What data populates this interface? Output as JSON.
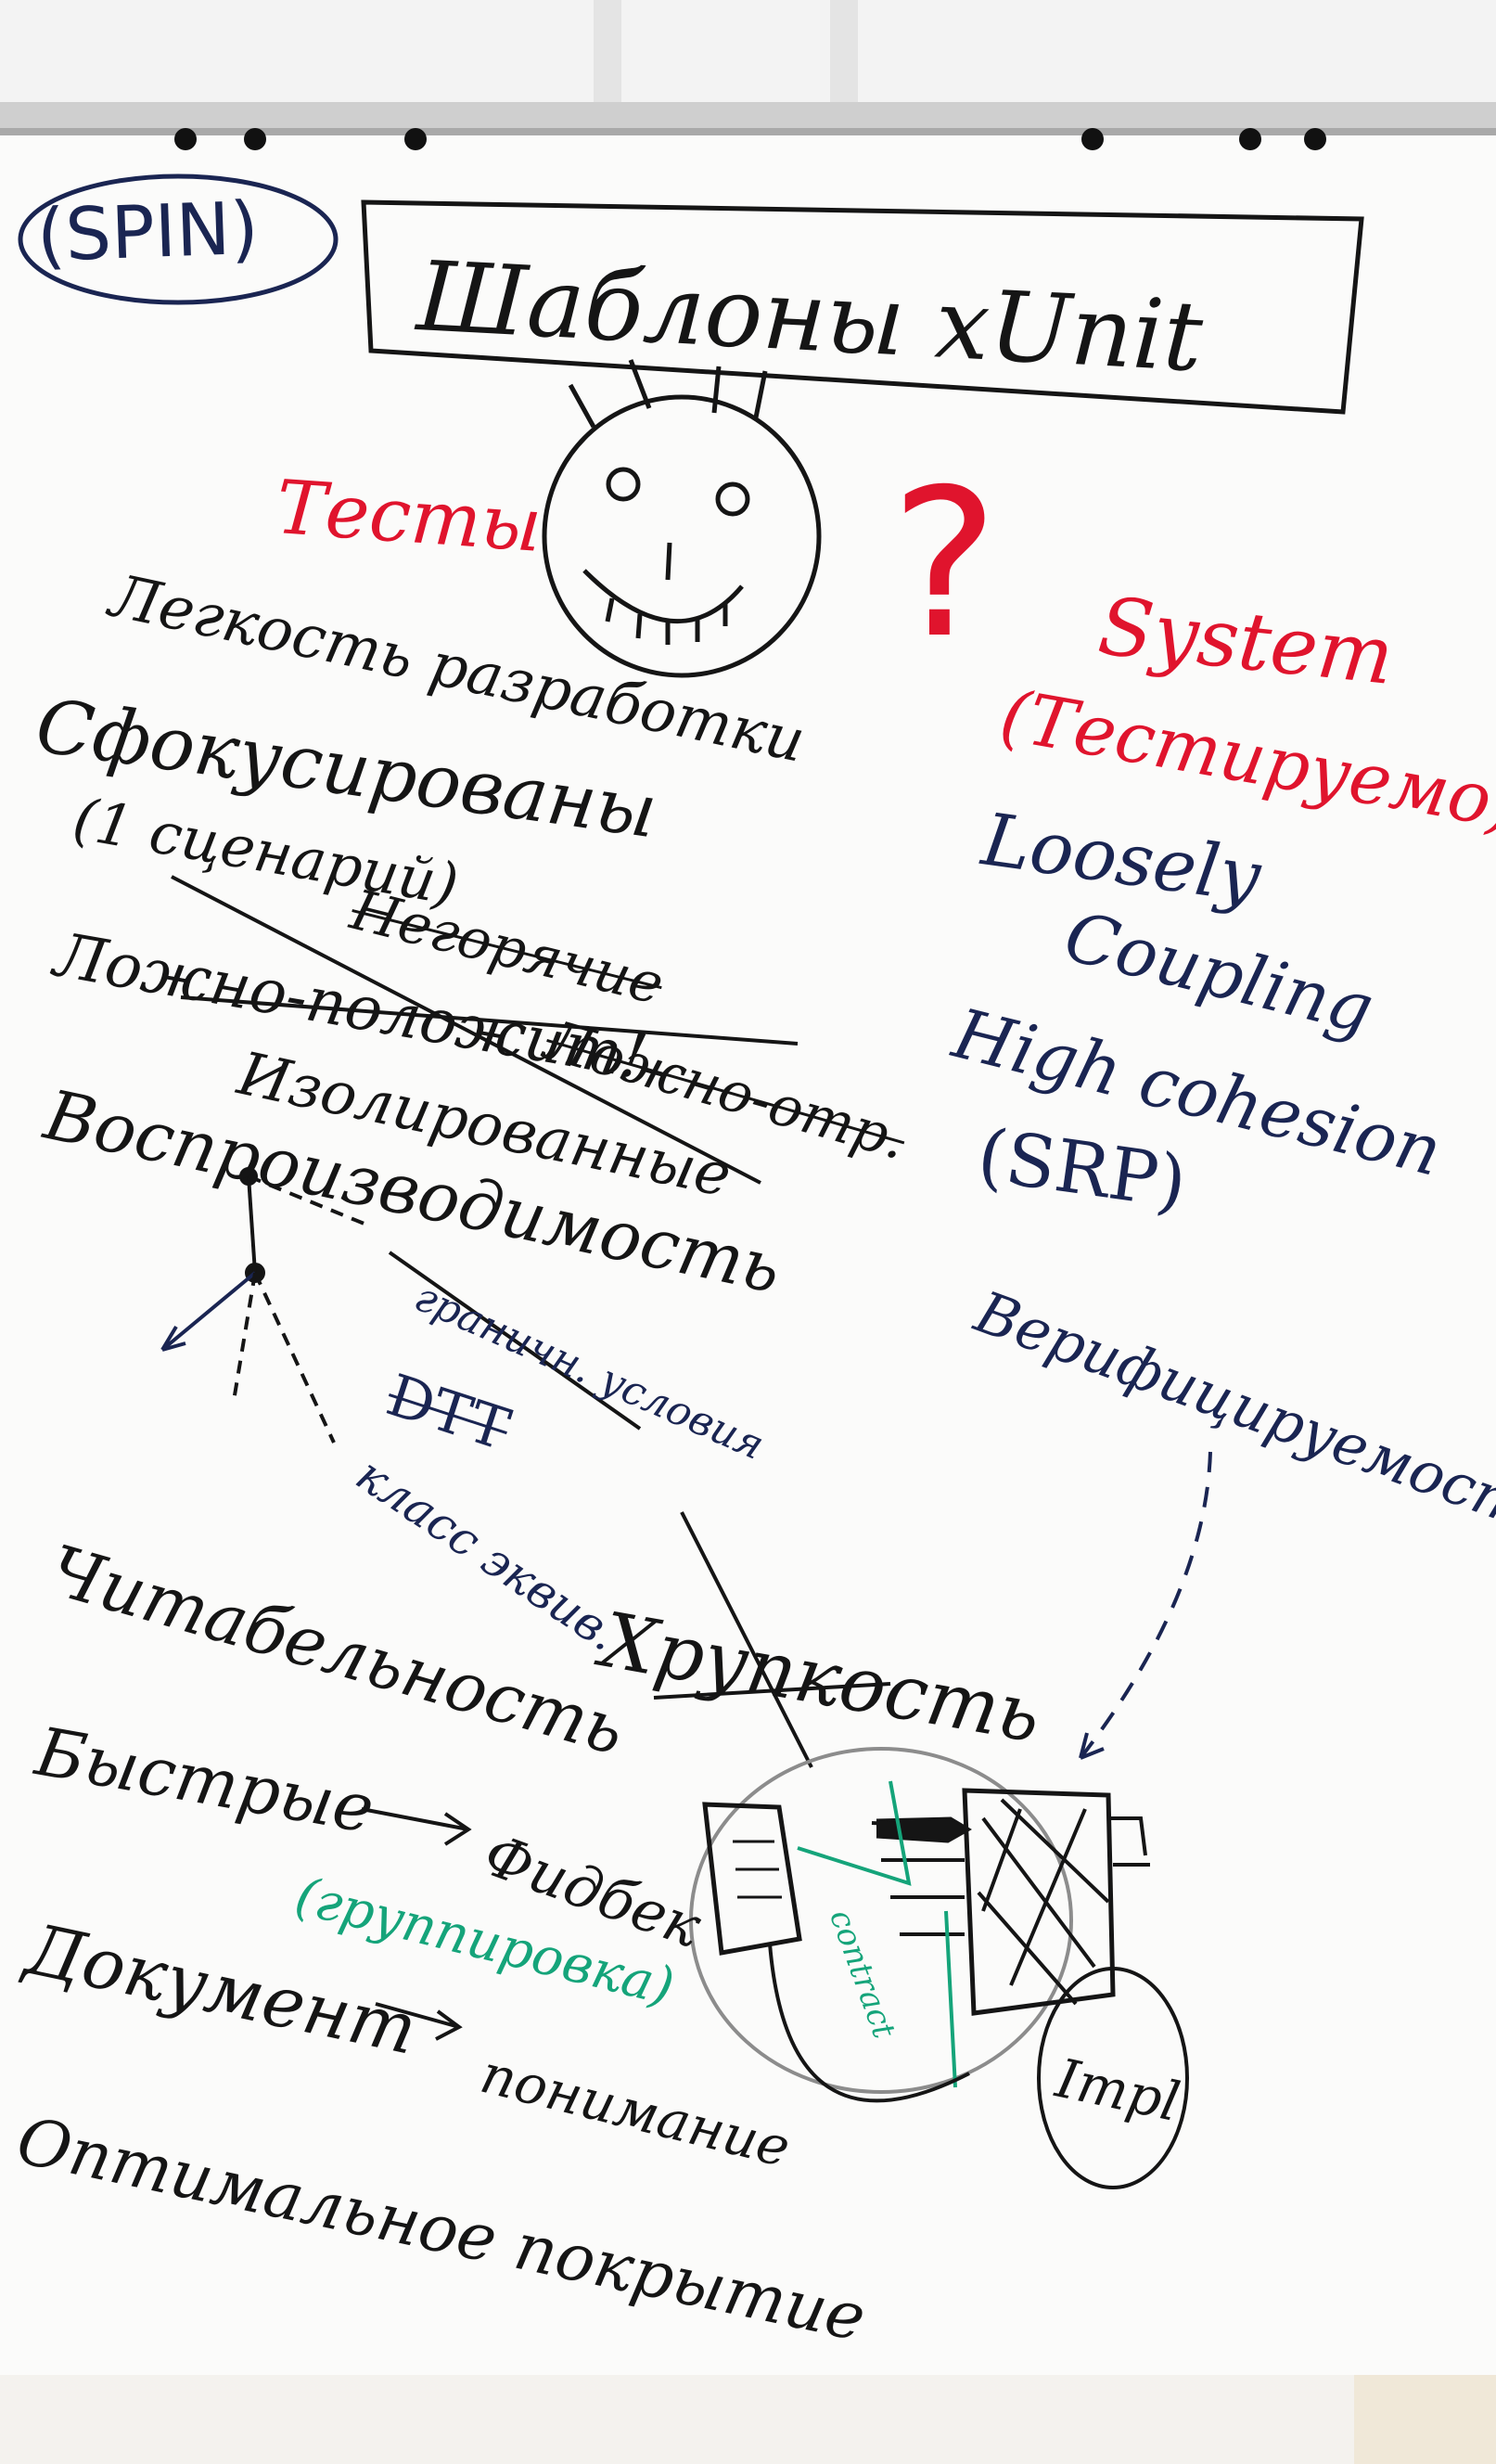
{
  "title": {
    "tag": "(SPIN)",
    "text": "Шаблоны xUnit"
  },
  "left_column": {
    "heading": "Тесты",
    "items": [
      "Легкость разработки",
      "Сфокусированы",
      "(1 сценарий)",
      "Ложно-положит!",
      "Изолированные",
      "Воспроизводимость",
      "Читабельность",
      "Быстрые",
      "Фидбек",
      "(группировка)",
      "Документ",
      "понимание",
      "Оптимальное покрытие"
    ],
    "crossed": [
      "Негорячие",
      "Ложно-отр."
    ],
    "diagram_labels": [
      "граничн. условия",
      "DTT",
      "класс эквив."
    ]
  },
  "right_column": {
    "heading": "System",
    "subheading": "(Тестируемо)",
    "items": [
      "Loosely",
      "Coupling",
      "High cohesion",
      "(SRP)",
      "Верифицируемость"
    ]
  },
  "sketch": {
    "fragility": "Хрупкость",
    "contract": "contract",
    "impl": "Impl",
    "question_mark": "?"
  },
  "colors": {
    "board": "#fbfbfa",
    "black_ink": "#151515",
    "navy_ink": "#1a2552",
    "red_ink": "#e0142d",
    "green_ink": "#15a47a",
    "frame": "#cfcfcf"
  }
}
